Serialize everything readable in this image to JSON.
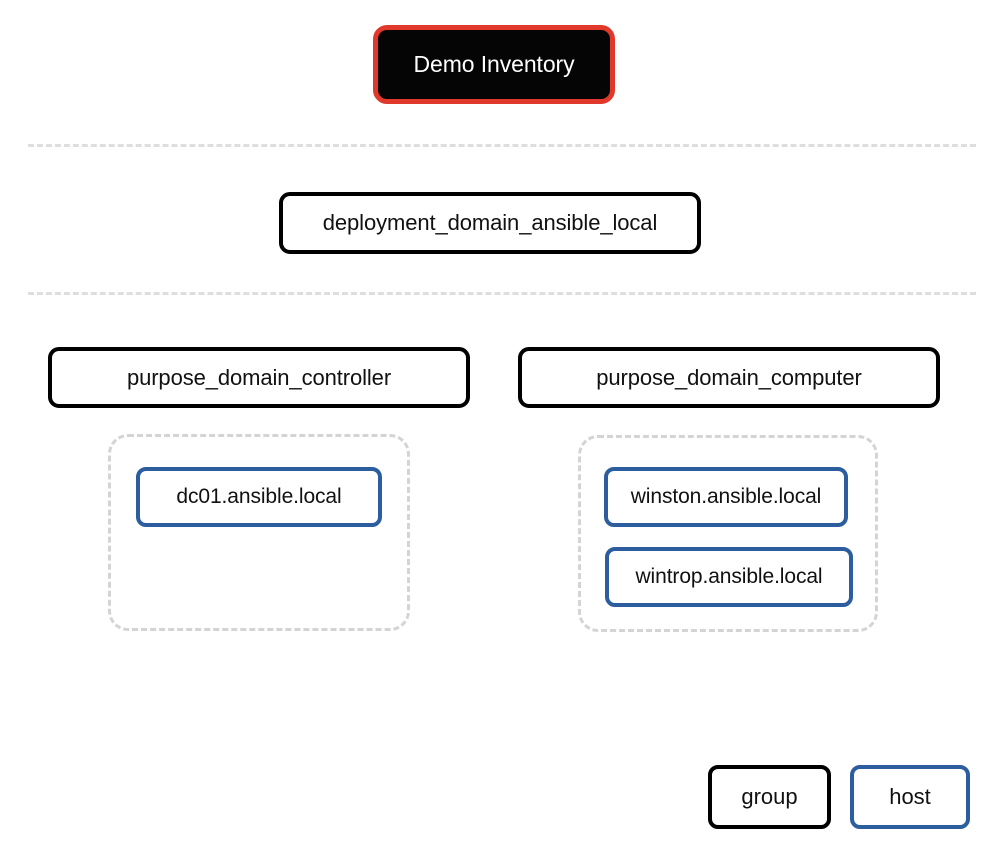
{
  "diagram": {
    "type": "ansible-inventory-tree",
    "root": {
      "label": "Demo Inventory",
      "fill": "#050505",
      "border": "#e0382a",
      "text_color": "#ffffff"
    },
    "levels": [
      {
        "name": "deployment-level",
        "groups": [
          {
            "label": "deployment_domain_ansible_local",
            "kind": "group"
          }
        ]
      },
      {
        "name": "purpose-level",
        "groups": [
          {
            "label": "purpose_domain_controller",
            "kind": "group",
            "hosts": [
              {
                "label": "dc01.ansible.local",
                "kind": "host"
              }
            ]
          },
          {
            "label": "purpose_domain_computer",
            "kind": "group",
            "hosts": [
              {
                "label": "winston.ansible.local",
                "kind": "host"
              },
              {
                "label": "wintrop.ansible.local",
                "kind": "host"
              }
            ]
          }
        ]
      }
    ],
    "separators": 2
  },
  "legend": {
    "items": [
      {
        "label": "group",
        "border_color": "#000000"
      },
      {
        "label": "host",
        "border_color": "#2c5d9e"
      }
    ]
  },
  "colors": {
    "group_border": "#000000",
    "host_border": "#2c5d9e",
    "root_border": "#e0382a",
    "root_fill": "#050505",
    "dashed_gray": "#d4d4d4",
    "separator_gray": "#dedede",
    "background": "#ffffff"
  }
}
